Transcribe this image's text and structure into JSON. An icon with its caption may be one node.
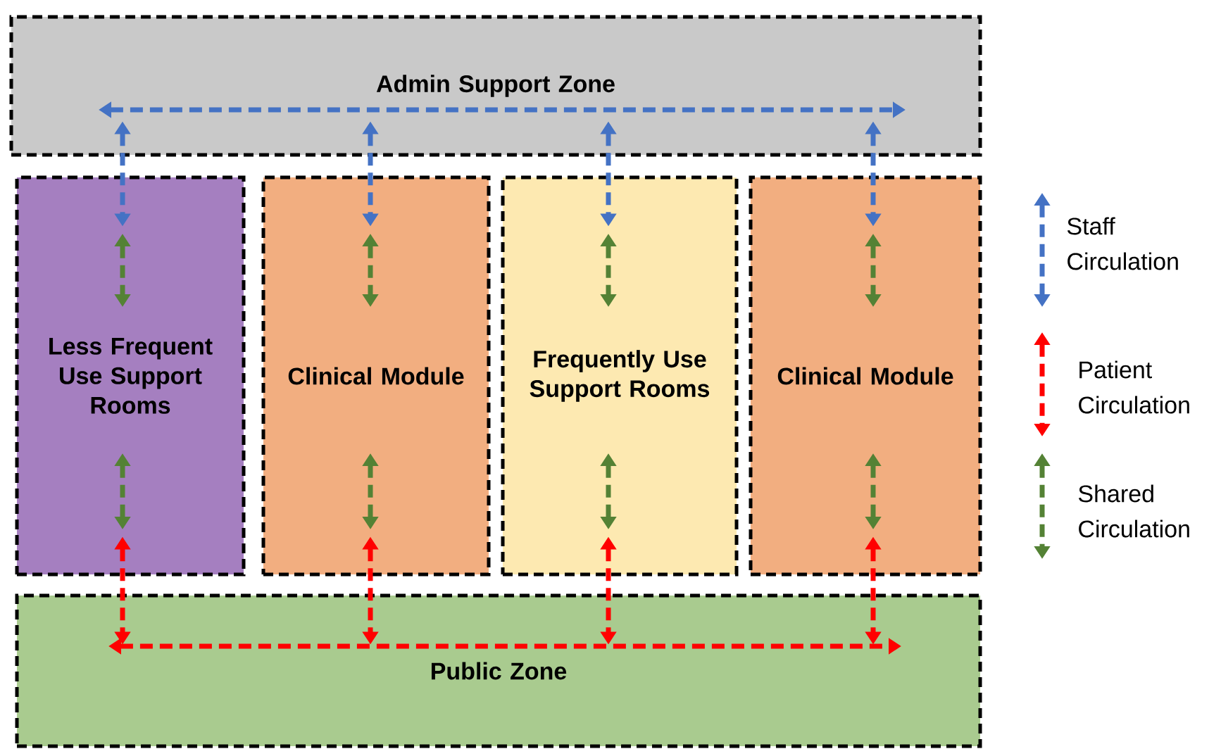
{
  "diagram": {
    "nodes": [
      {
        "text": [
          "Admin Support Zone"
        ]
      },
      {
        "text": [
          "Less Frequent Use Support Rooms"
        ]
      },
      {
        "text": [
          "Clinical Module"
        ]
      },
      {
        "text": [
          "Frequently Use Support Rooms"
        ]
      },
      {
        "text": [
          "Clinical Module"
        ]
      },
      {
        "text": [
          "Public Zone"
        ]
      }
    ],
    "edges": [
      {
        "from": 0,
        "to": 1,
        "arrow": "both",
        "style": "dashed",
        "color": "#4472c4"
      },
      {
        "from": 0,
        "to": 2,
        "arrow": "both",
        "style": "dashed",
        "color": "#4472c4"
      },
      {
        "from": 0,
        "to": 3,
        "arrow": "both",
        "style": "dashed",
        "color": "#4472c4"
      },
      {
        "from": 0,
        "to": 4,
        "arrow": "both",
        "style": "dashed",
        "color": "#4472c4"
      },
      {
        "from": 1,
        "to": 5,
        "arrow": "both",
        "style": "dashed",
        "color": "#ff0000"
      },
      {
        "from": 2,
        "to": 5,
        "arrow": "both",
        "style": "dashed",
        "color": "#ff0000"
      },
      {
        "from": 3,
        "to": 5,
        "arrow": "both",
        "style": "dashed",
        "color": "#ff0000"
      },
      {
        "from": 4,
        "to": 5,
        "arrow": "both",
        "style": "dashed",
        "color": "#ff0000"
      }
    ],
    "legend": [
      {
        "text": "Staff Circulation"
      },
      {
        "text": "Patient Circulation"
      },
      {
        "text": "Shared Circulation"
      }
    ]
  }
}
